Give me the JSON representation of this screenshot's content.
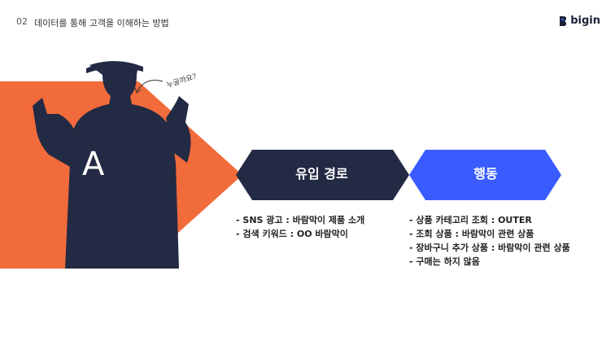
{
  "header": {
    "number": "02",
    "title": "데이터를 통해 고객을 이해하는 방법"
  },
  "brand": {
    "name": "bigin"
  },
  "figure": {
    "label": "A",
    "note": "누굴까요?"
  },
  "steps": [
    {
      "title": "유입 경로",
      "items": [
        "- SNS 광고 : 바람막이 제품 소개",
        "- 검색 키워드 : OO 바람막이"
      ]
    },
    {
      "title": "행동",
      "items": [
        "- 상품 카테고리 조회 : OUTER",
        "- 조회 상품 : 바람막이 관련 상품",
        "- 장바구니 추가 상품 : 바람막이 관련 상품",
        "- 구매는 하지 않음"
      ]
    }
  ],
  "colors": {
    "orange": "#F26B3A",
    "navy": "#232A44",
    "blue": "#3A5CFF"
  }
}
